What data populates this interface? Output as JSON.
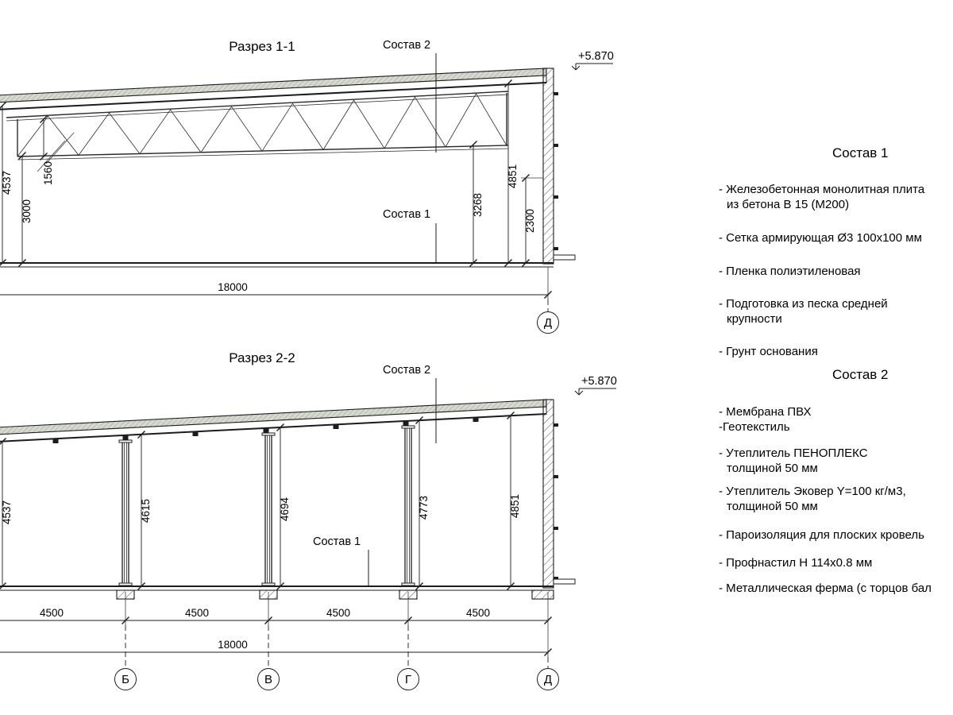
{
  "section1": {
    "title": "Разрез 1-1",
    "callout_top": "Состав 2",
    "callout_bottom": "Состав 1",
    "elevation": "+5.870",
    "dims": {
      "left_height": "4537",
      "truss_height": "1560",
      "left_clear": "3000",
      "right_clear": "3268",
      "right_height": "4851",
      "right_lower": "2300",
      "total_span": "18000"
    },
    "axis": "Д"
  },
  "section2": {
    "title": "Разрез 2-2",
    "callout_top": "Состав 2",
    "callout_bottom": "Состав 1",
    "elevation": "+5.870",
    "heights": [
      "4537",
      "4615",
      "4694",
      "4773",
      "4851"
    ],
    "spans": [
      "4500",
      "4500",
      "4500",
      "4500"
    ],
    "total_span": "18000",
    "axes": [
      "Б",
      "В",
      "Г",
      "Д"
    ]
  },
  "legend1": {
    "title": "Состав 1",
    "items": [
      [
        "- Железобетонная  монолитная плита",
        "из бетона В 15 (М200)"
      ],
      [
        "- Сетка армирующая Ø3 100х100 мм"
      ],
      [
        "- Пленка полиэтиленовая"
      ],
      [
        "- Подготовка из песка средней",
        "крупности"
      ],
      [
        "- Грунт основания"
      ]
    ]
  },
  "legend2": {
    "title": "Состав 2",
    "items": [
      [
        "- Мембрана ПВХ"
      ],
      [
        "-Геотекстиль"
      ],
      [
        "- Утеплитель ПЕНОПЛЕКС",
        "толщиной 50 мм"
      ],
      [
        "- Утеплитель Эковер Y=100 кг/м3,",
        "толщиной 50 мм"
      ],
      [
        "- Пароизоляция для плоских кровель"
      ],
      [
        "- Профнастил Н 114х0.8 мм"
      ],
      [
        "- Металлическая ферма (с торцов бал"
      ]
    ]
  }
}
